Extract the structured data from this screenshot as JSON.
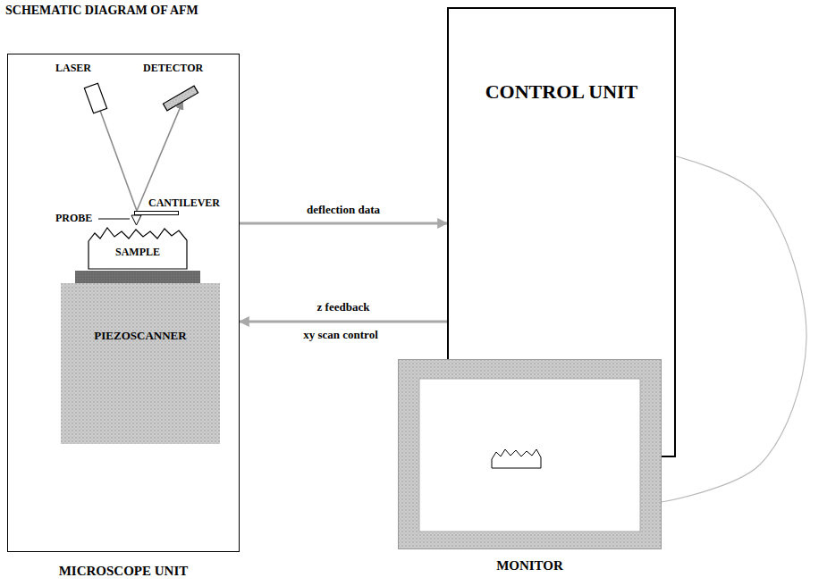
{
  "diagram": {
    "title": "SCHEMATIC DIAGRAM OF AFM",
    "nodes": [
      {
        "text": [
          "MICROSCOPE UNIT"
        ]
      },
      {
        "text": [
          "LASER"
        ],
        "in": 0
      },
      {
        "text": [
          "DETECTOR"
        ],
        "in": 0
      },
      {
        "text": [
          "CANTILEVER"
        ],
        "in": 0
      },
      {
        "text": [
          "SAMPLE"
        ],
        "in": 0
      },
      {
        "text": [
          "PIEZOSCANNER"
        ],
        "in": 0
      },
      {
        "text": [
          "CONTROL UNIT"
        ]
      },
      {
        "text": [
          "MONITOR"
        ]
      }
    ],
    "edges": [
      {
        "from": 1,
        "to": 3,
        "arrow": "none"
      },
      {
        "from": 3,
        "to": 2,
        "arrow": "to"
      },
      {
        "from": 0,
        "to": 6,
        "label": "deflection data",
        "arrow": "to"
      },
      {
        "from": 6,
        "to": 0,
        "label": "z feedback",
        "arrow": "to"
      },
      {
        "from": 6,
        "to": 7,
        "arrow": "none"
      }
    ],
    "labels": [
      "PROBE",
      "xy scan control"
    ]
  }
}
